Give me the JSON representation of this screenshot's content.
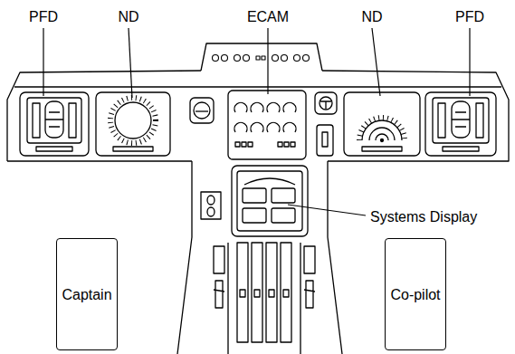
{
  "diagram": {
    "nodes": [
      {
        "text": [
          "Captain"
        ]
      },
      {
        "text": [
          "Co-pilot"
        ]
      }
    ],
    "labels": [
      "PFD",
      "ND",
      "ECAM",
      "ND",
      "PFD",
      "Systems Display"
    ]
  }
}
